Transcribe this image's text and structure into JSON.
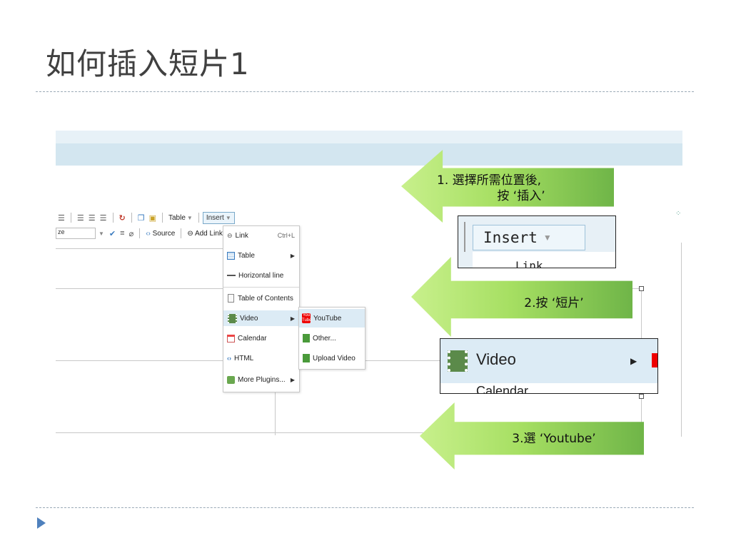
{
  "slide": {
    "title": "如何插入短片1"
  },
  "toolbar": {
    "table_label": "Table",
    "insert_label": "Insert",
    "source_label": "Source",
    "add_link_label": "Add Link",
    "style_fragment": "ze"
  },
  "insert_menu": {
    "items": [
      {
        "label": "Link",
        "shortcut": "Ctrl+L",
        "icon": "link-icon"
      },
      {
        "label": "Table",
        "icon": "table-icon",
        "has_submenu": true
      },
      {
        "label": "Horizontal line",
        "icon": "horizontal-line-icon"
      },
      {
        "label": "Table of Contents",
        "icon": "document-icon"
      },
      {
        "label": "Video",
        "icon": "film-icon",
        "has_submenu": true,
        "active": true
      },
      {
        "label": "Calendar",
        "icon": "calendar-icon"
      },
      {
        "label": "HTML",
        "icon": "html-icon"
      },
      {
        "label": "More Plugins...",
        "icon": "puzzle-icon",
        "has_submenu": true
      }
    ]
  },
  "video_submenu": {
    "items": [
      {
        "label": "YouTube",
        "icon": "youtube-icon",
        "active": true
      },
      {
        "label": "Other...",
        "icon": "green-film-icon"
      },
      {
        "label": "Upload Video",
        "icon": "green-film-icon"
      }
    ]
  },
  "youtube_icon_text": {
    "top": "You",
    "bottom": "Tube"
  },
  "callouts": {
    "step1_line1": "1.  選擇所需位置後,",
    "step1_line2": "按 ‘插入’",
    "step2": "2.按 ‘短片’",
    "step3": "3.選 ‘Youtube’"
  },
  "zoom_insert": {
    "label": "Insert",
    "fragment": "Link"
  },
  "zoom_video": {
    "label": "Video",
    "fragment": "Calendar"
  },
  "colors": {
    "accent": "#4f81bd",
    "band": "#d3e6f0",
    "arrow_light": "#c8f08c",
    "arrow_dark": "#6fb548",
    "menu_active": "#dcebf5"
  }
}
